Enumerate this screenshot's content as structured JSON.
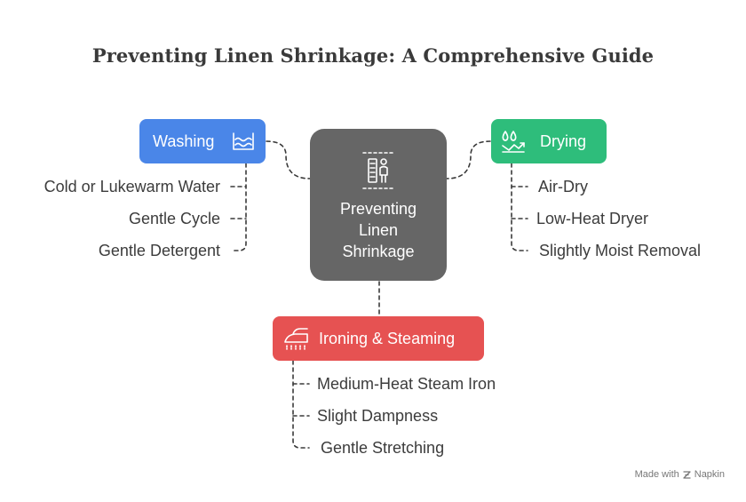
{
  "title": "Preventing Linen Shrinkage: A Comprehensive Guide",
  "center": {
    "label": "Preventing\nLinen\nShrinkage",
    "icon": "linen-shrink-icon",
    "color": "#666666"
  },
  "branches": {
    "washing": {
      "label": "Washing",
      "icon": "water-waves-icon",
      "color": "#4a86e8",
      "items": [
        "Cold or Lukewarm Water",
        "Gentle Cycle",
        "Gentle Detergent"
      ]
    },
    "drying": {
      "label": "Drying",
      "icon": "droplets-evaporation-icon",
      "color": "#2ebd7b",
      "items": [
        "Air-Dry",
        "Low-Heat Dryer",
        "Slightly Moist Removal"
      ]
    },
    "ironing": {
      "label": "Ironing & Steaming",
      "icon": "steam-iron-icon",
      "color": "#e65252",
      "items": [
        "Medium-Heat Steam Iron",
        "Slight Dampness",
        "Gentle Stretching"
      ]
    }
  },
  "footer": {
    "made_with": "Made with",
    "brand": "Napkin",
    "brand_icon": "napkin-logo-icon"
  }
}
